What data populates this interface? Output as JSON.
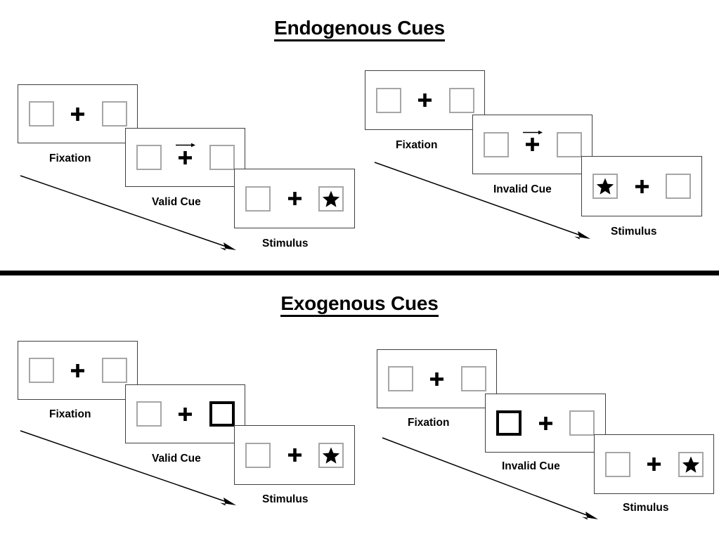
{
  "figure": {
    "sections": [
      {
        "id": "endogenous",
        "title": "Endogenous Cues",
        "groups": [
          {
            "id": "endogenous-valid",
            "condition_label": "Valid Cue",
            "frames": [
              {
                "stage": "fixation",
                "label": "Fixation",
                "left_box": "empty",
                "right_box": "empty",
                "center": "fixation-cross",
                "cue": "none"
              },
              {
                "stage": "cue",
                "label": "Valid Cue",
                "left_box": "empty",
                "right_box": "empty",
                "center": "fixation-cross",
                "cue": "arrow-right"
              },
              {
                "stage": "stimulus",
                "label": "Stimulus",
                "left_box": "empty",
                "right_box": "star",
                "center": "fixation-cross",
                "cue": "none"
              }
            ]
          },
          {
            "id": "endogenous-invalid",
            "condition_label": "Invalid Cue",
            "frames": [
              {
                "stage": "fixation",
                "label": "Fixation",
                "left_box": "empty",
                "right_box": "empty",
                "center": "fixation-cross",
                "cue": "none"
              },
              {
                "stage": "cue",
                "label": "Invalid Cue",
                "left_box": "empty",
                "right_box": "empty",
                "center": "fixation-cross",
                "cue": "arrow-right"
              },
              {
                "stage": "stimulus",
                "label": "Stimulus",
                "left_box": "star",
                "right_box": "empty",
                "center": "fixation-cross",
                "cue": "none"
              }
            ]
          }
        ]
      },
      {
        "id": "exogenous",
        "title": "Exogenous Cues",
        "groups": [
          {
            "id": "exogenous-valid",
            "condition_label": "Valid Cue",
            "frames": [
              {
                "stage": "fixation",
                "label": "Fixation",
                "left_box": "empty",
                "right_box": "empty",
                "center": "fixation-cross",
                "cue": "none"
              },
              {
                "stage": "cue",
                "label": "Valid Cue",
                "left_box": "empty",
                "right_box": "highlighted",
                "center": "fixation-cross",
                "cue": "box-flash-right"
              },
              {
                "stage": "stimulus",
                "label": "Stimulus",
                "left_box": "empty",
                "right_box": "star",
                "center": "fixation-cross",
                "cue": "none"
              }
            ]
          },
          {
            "id": "exogenous-invalid",
            "condition_label": "Invalid Cue",
            "frames": [
              {
                "stage": "fixation",
                "label": "Fixation",
                "left_box": "empty",
                "right_box": "empty",
                "center": "fixation-cross",
                "cue": "none"
              },
              {
                "stage": "cue",
                "label": "Invalid Cue",
                "left_box": "highlighted",
                "right_box": "empty",
                "center": "fixation-cross",
                "cue": "box-flash-left"
              },
              {
                "stage": "stimulus",
                "label": "Stimulus",
                "left_box": "empty",
                "right_box": "star",
                "center": "fixation-cross",
                "cue": "none"
              }
            ]
          }
        ]
      }
    ],
    "time_arrow_meaning": "time",
    "colors": {
      "background": "#ffffff",
      "panel_border": "#3f3f3f",
      "placeholder_box_border": "#a6a6a6",
      "cue_box_border": "#000000",
      "text": "#000000",
      "divider": "#000000"
    }
  }
}
